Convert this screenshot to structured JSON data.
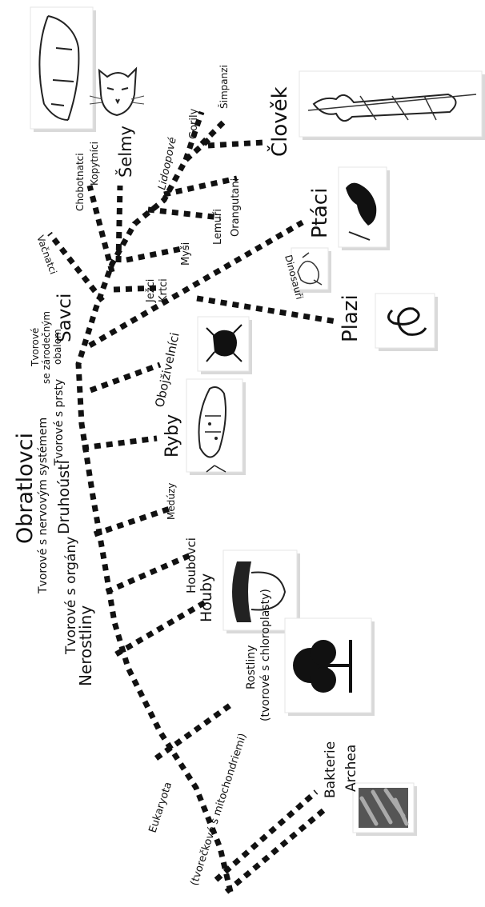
{
  "labels": {
    "obratlovci": "Obratlovci",
    "druhousti": "Druhoústí",
    "savci": "Savci",
    "nerostliny": "Nerostliny",
    "tvorove_s_organy": "Tvorové s orgány",
    "tvorove_nervovy": "Tvorové s nervovým systémem",
    "tvorove_s_prsty": "Tvorové s prsty",
    "tvorove_zarodecny_1": "Tvorové",
    "tvorove_zarodecny_2": "se zárodečným",
    "tvorove_zarodecny_3": "obalem",
    "eukaryota_1": "Eukaryota",
    "eukaryota_2": "(tvorečkové s mitochondriemi)",
    "bakterie": "Bakterie",
    "archea": "Archea",
    "rostliny_1": "Rostliny",
    "rostliny_2": "(tvorové s chloroplasty)",
    "houby": "Houby",
    "houbovci": "Houbovci",
    "meduzy": "Medúzy",
    "ryby": "Ryby",
    "obojzivelnici": "Obojživelníci",
    "plazi": "Plazi",
    "ptaci": "Ptáci",
    "dinosauri": "Dinosauři",
    "vacnatci": "Vačnatci",
    "jezci": "Ježci",
    "krtci": "Krtci",
    "mysi": "Myši",
    "lemuri": "Lemuři",
    "orangutani": "Orangutani",
    "lidoopove": "Lidoopové",
    "gorily": "Gorily",
    "simpanzi": "Šimpanzi",
    "clovek": "Člověk",
    "selmy": "Šelmy",
    "kopytnici": "Kopytníci",
    "chobotnatci": "Chobotnatci"
  },
  "images": [
    "pig-image",
    "cat-image",
    "human-image",
    "bird-image",
    "dinosaur-image",
    "snake-image",
    "frog-image",
    "fish-image",
    "mushroom-image",
    "tree-image",
    "bacteria-image"
  ]
}
